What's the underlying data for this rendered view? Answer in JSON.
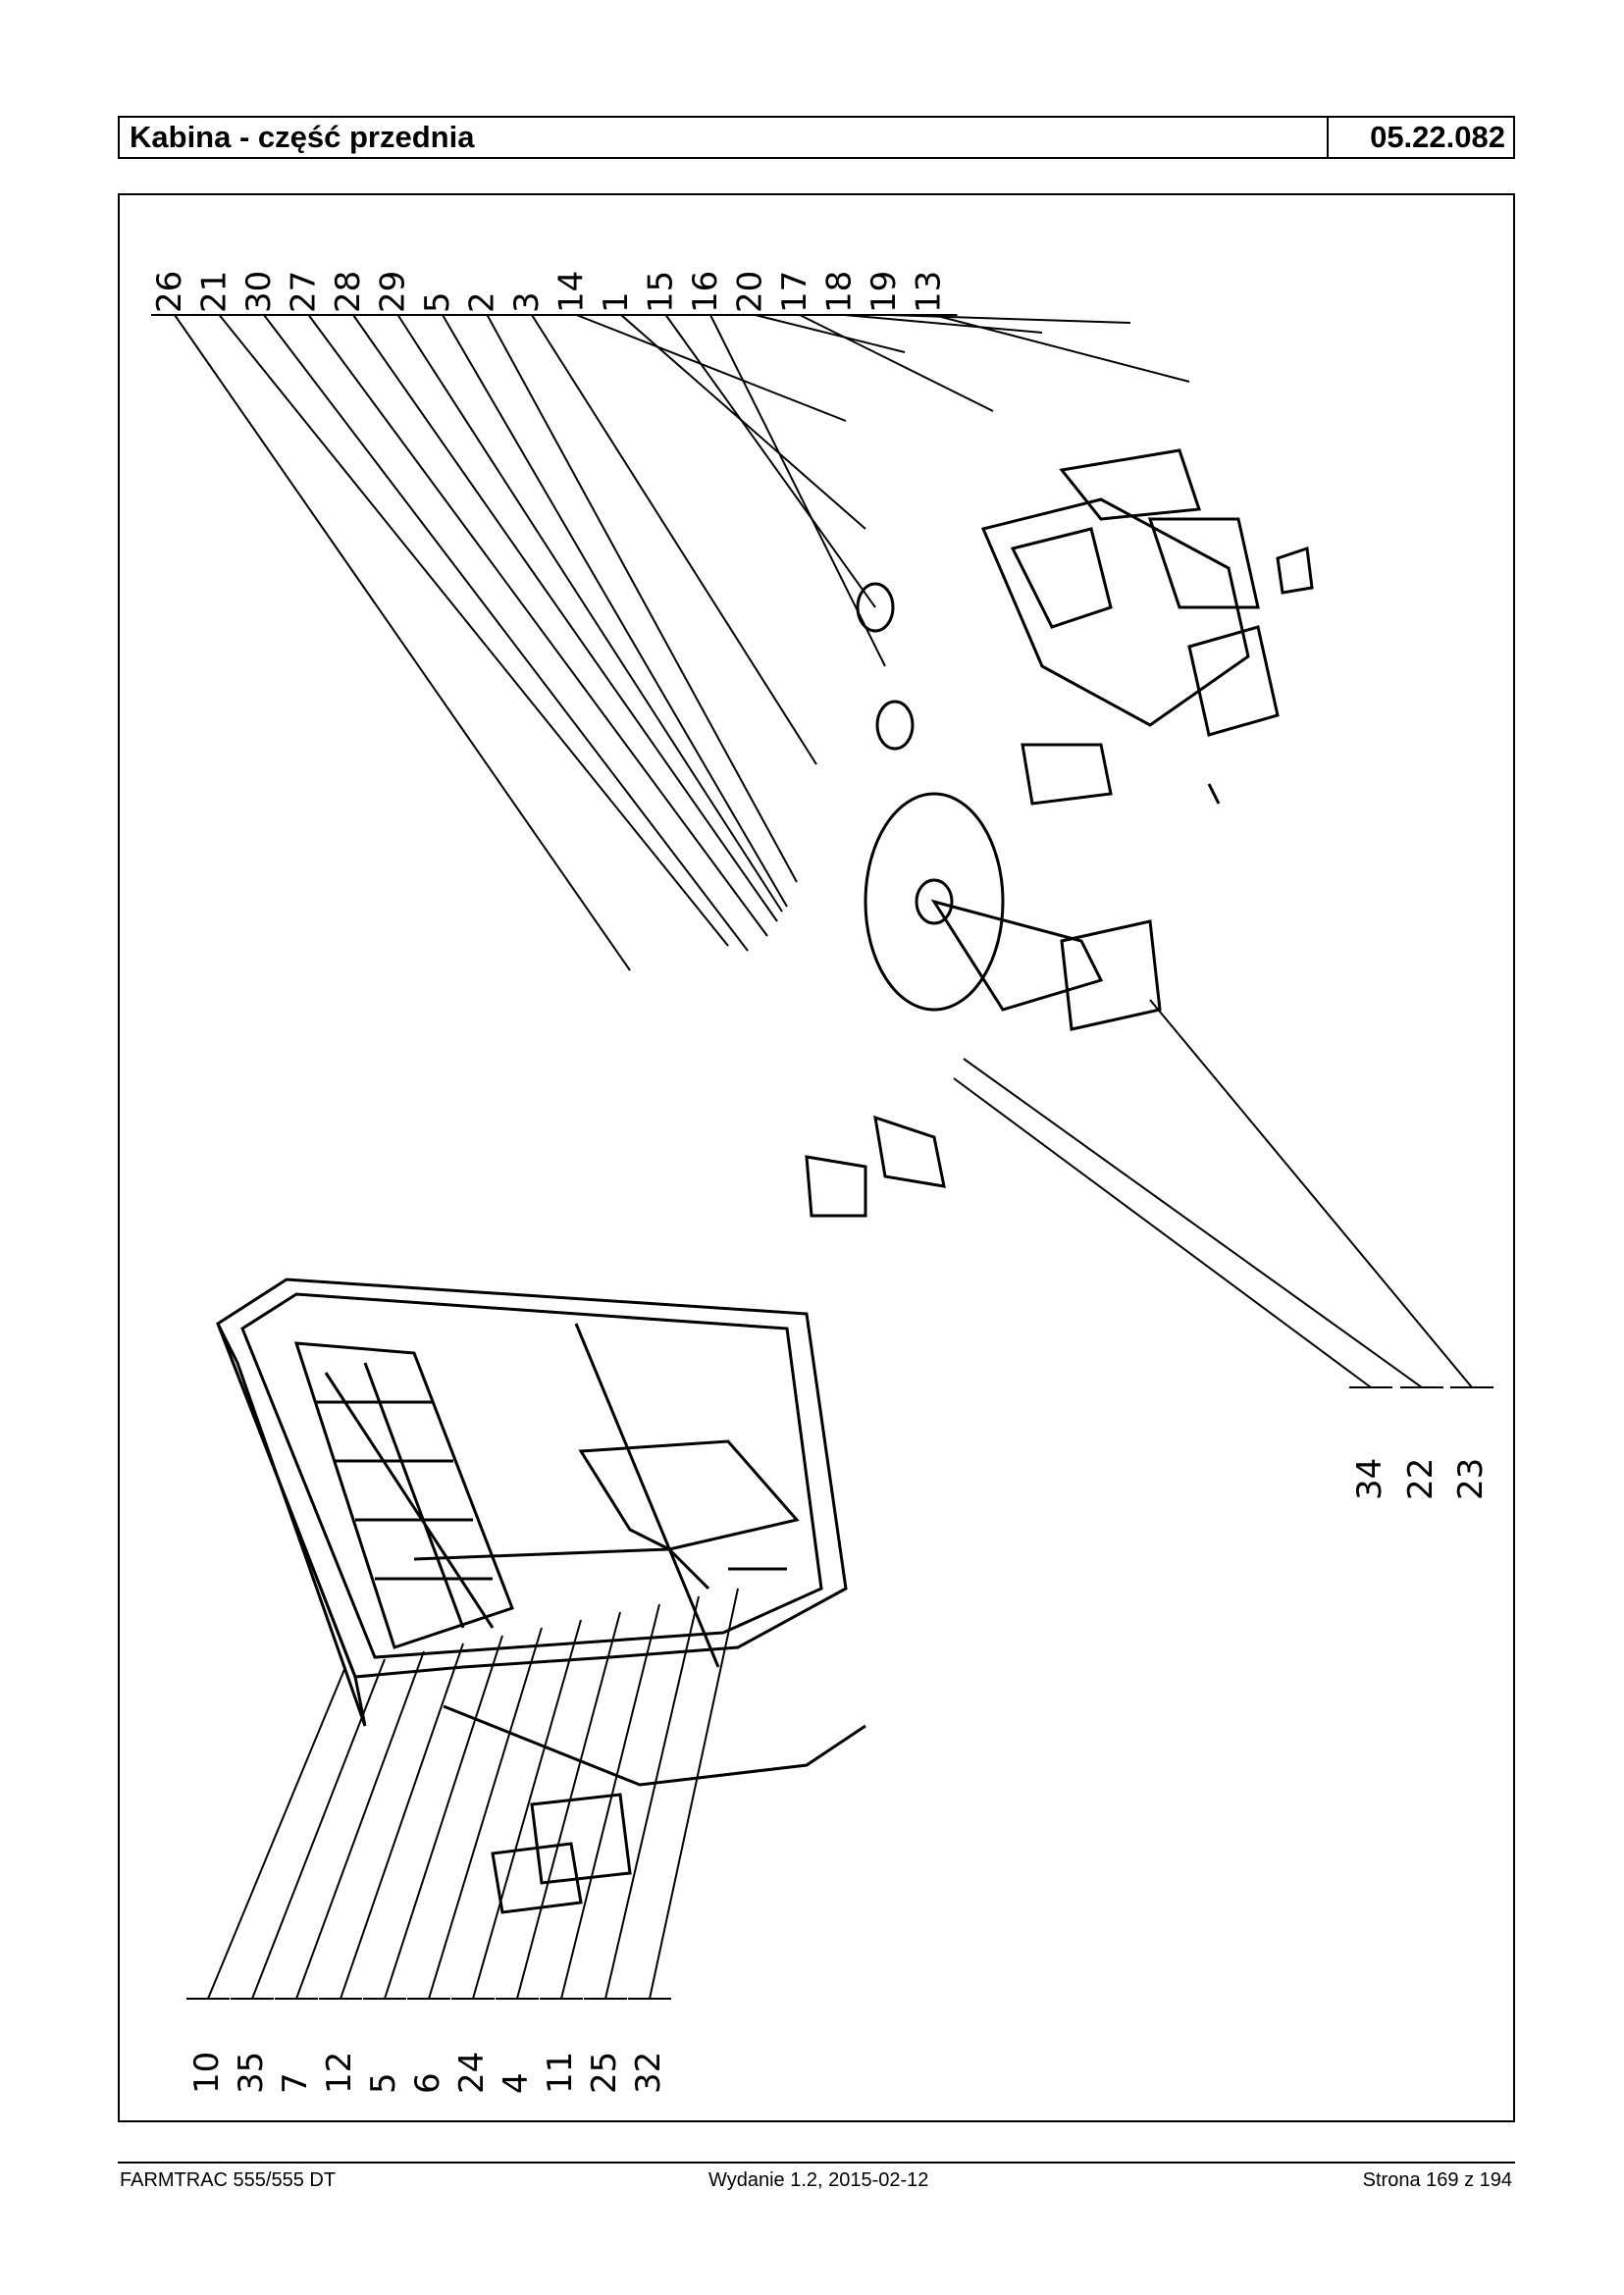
{
  "header": {
    "title": "Kabina - część przednia",
    "code": "05.22.082"
  },
  "diagram": {
    "top_labels": [
      "26",
      "21",
      "30",
      "27",
      "28",
      "29",
      "5",
      "2",
      "3",
      "14",
      "1",
      "15",
      "16",
      "20",
      "17",
      "18",
      "19",
      "13"
    ],
    "bottom_labels": [
      "10",
      "35",
      "7",
      "12",
      "5",
      "6",
      "24",
      "4",
      "11",
      "25",
      "32"
    ],
    "right_labels": [
      "34",
      "22",
      "23"
    ]
  },
  "footer": {
    "left": "FARMTRAC 555/555 DT",
    "middle": "Wydanie 1.2,  2015-02-12",
    "right": "Strona 169 z 194"
  }
}
